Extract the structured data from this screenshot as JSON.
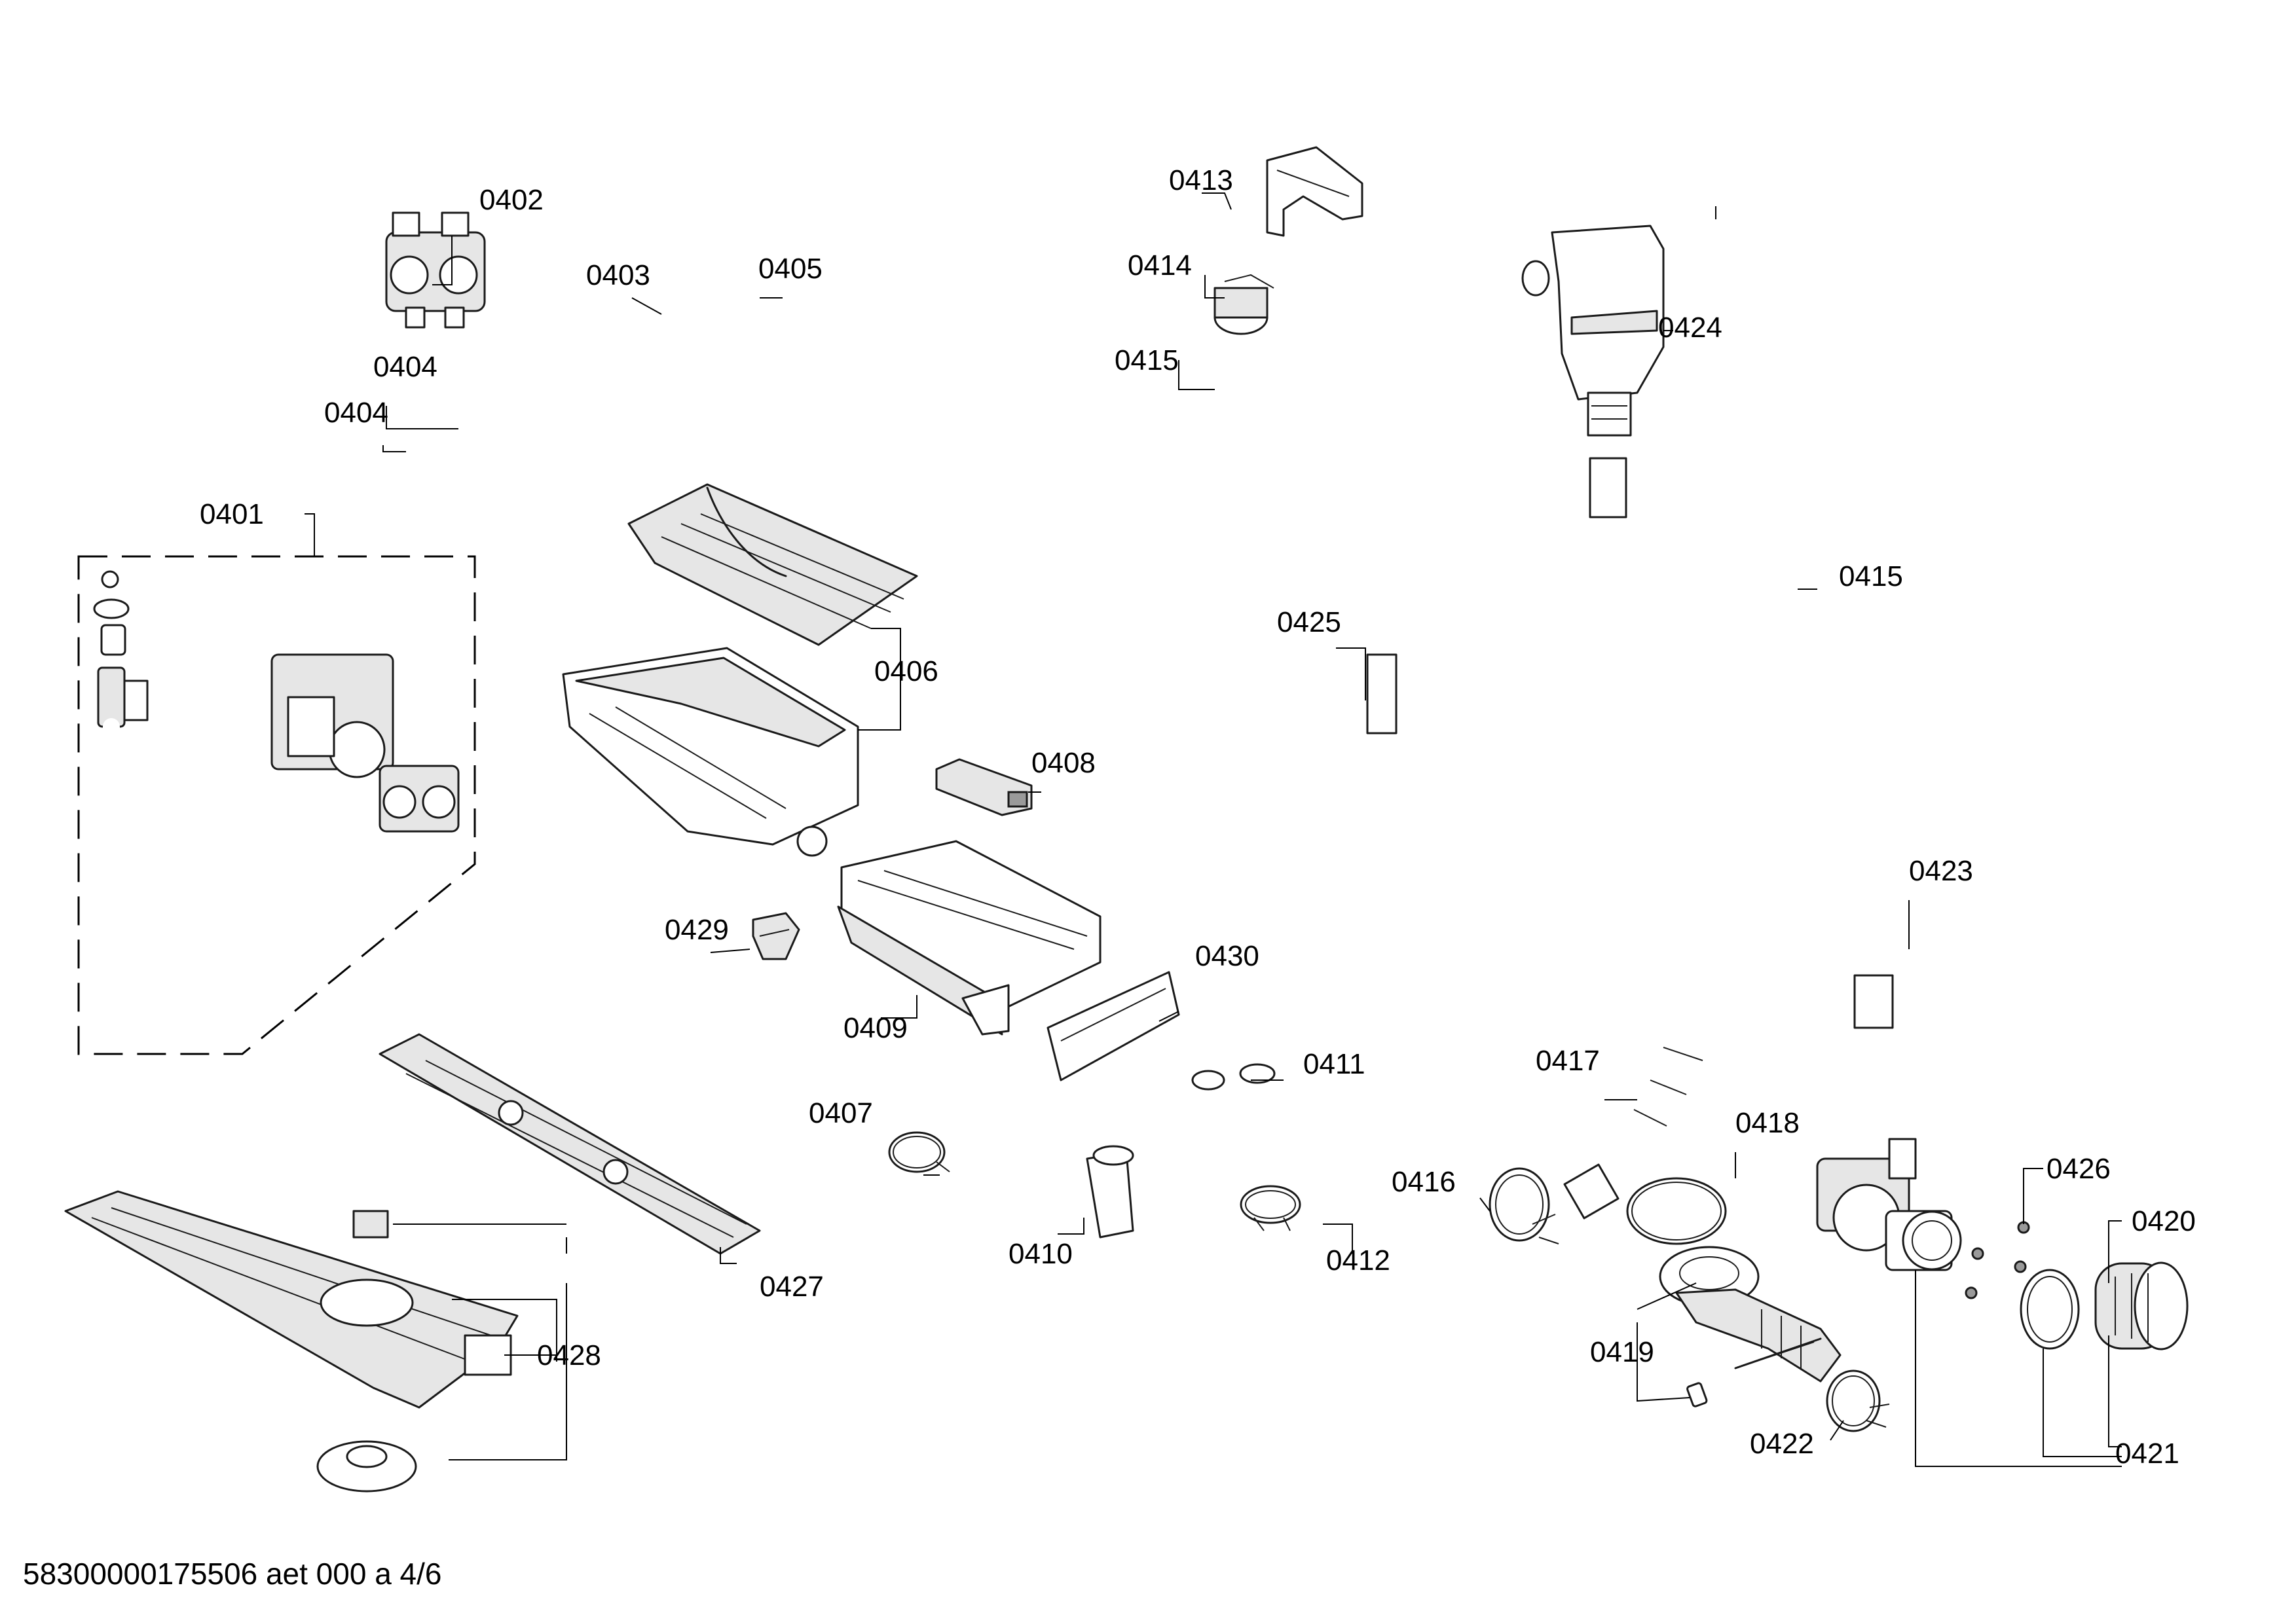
{
  "footer": "58300000175506 aet 000 a 4/6",
  "labels": {
    "p0401": "0401",
    "p0402": "0402",
    "p0403": "0403",
    "p0404a": "0404",
    "p0404b": "0404",
    "p0405": "0405",
    "p0406": "0406",
    "p0407": "0407",
    "p0408": "0408",
    "p0409": "0409",
    "p0410": "0410",
    "p0411": "0411",
    "p0412": "0412",
    "p0413": "0413",
    "p0414": "0414",
    "p0415a": "0415",
    "p0415b": "0415",
    "p0416": "0416",
    "p0417": "0417",
    "p0418": "0418",
    "p0419": "0419",
    "p0420": "0420",
    "p0421": "0421",
    "p0422": "0422",
    "p0423": "0423",
    "p0424": "0424",
    "p0425": "0425",
    "p0426": "0426",
    "p0427": "0427",
    "p0428": "0428",
    "p0429": "0429",
    "p0430": "0430"
  }
}
